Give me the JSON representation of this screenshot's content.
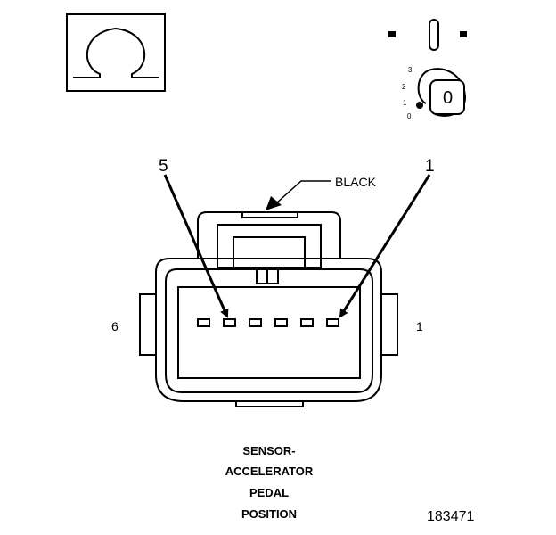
{
  "ohm_symbol": "Ω",
  "ignition_key": {
    "positions": [
      "3",
      "2",
      "1",
      "0"
    ],
    "key_label": "0"
  },
  "pin_callouts": {
    "top_left": "5",
    "top_right": "1"
  },
  "connector": {
    "color_label": "BLACK",
    "side_left": "6",
    "side_right": "1"
  },
  "caption_lines": [
    "SENSOR-",
    "ACCELERATOR",
    "PEDAL",
    "POSITION"
  ],
  "figure_id": "183471",
  "colors": {
    "ink": "#000000",
    "paper": "#ffffff"
  }
}
